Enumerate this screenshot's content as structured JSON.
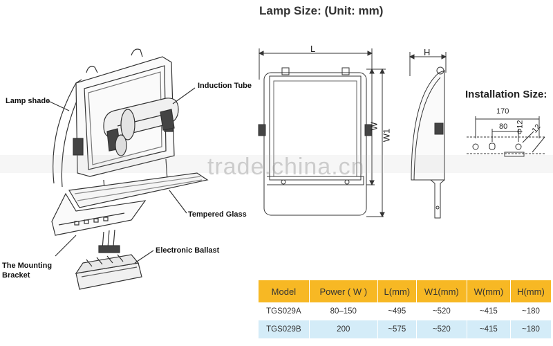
{
  "title": "Lamp Size: (Unit: mm)",
  "installation_title": "Installation Size:",
  "watermark": "trade.china.cn",
  "labels": {
    "lamp_shade": "Lamp shade",
    "induction_tube": "Induction Tube",
    "tempered_glass": "Tempered Glass",
    "electronic_ballast": "Electronic Ballast",
    "mounting_bracket_line1": "The Mounting",
    "mounting_bracket_line2": "Bracket"
  },
  "dimensions": {
    "L": "L",
    "W": "W",
    "W1": "W1",
    "H": "H",
    "d170": "170",
    "d80": "80",
    "phi12": "Φ12",
    "d12": "12"
  },
  "table": {
    "headers": [
      "Model",
      "Power ( W )",
      "L(mm)",
      "W1(mm)",
      "W(mm)",
      "H(mm)"
    ],
    "rows": [
      [
        "TGS029A",
        "80–150",
        "~495",
        "~520",
        "~415",
        "~180"
      ],
      [
        "TGS029B",
        "200",
        "~575",
        "~520",
        "~415",
        "~180"
      ]
    ]
  },
  "colors": {
    "header_bg": "#f7b824",
    "row_alt_bg": "#d4ecf8"
  }
}
